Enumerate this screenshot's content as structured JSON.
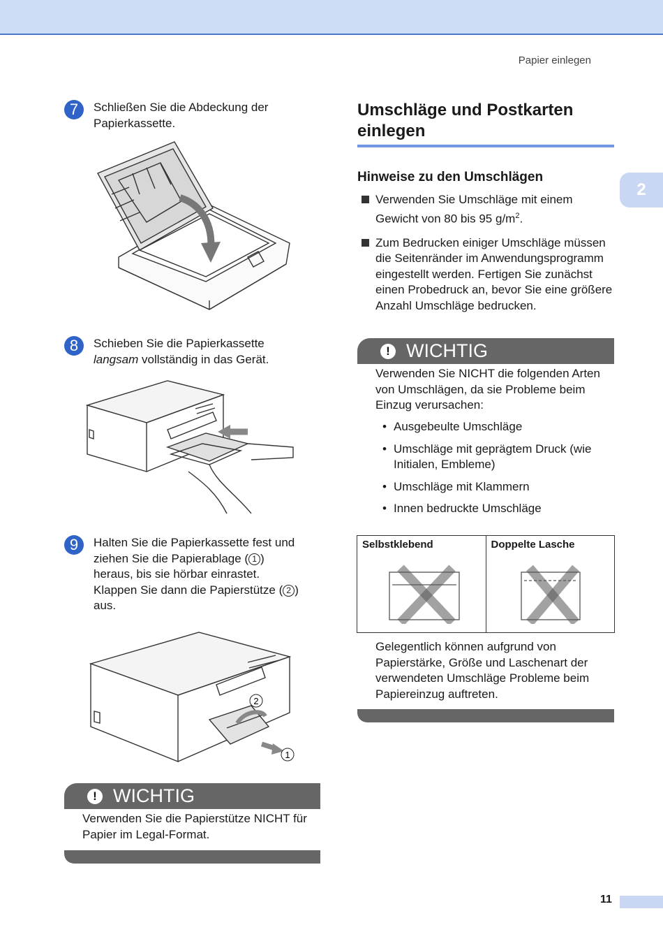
{
  "header": {
    "running_title": "Papier einlegen"
  },
  "chapter_tab": "2",
  "page_number": "11",
  "steps": [
    {
      "num": "7",
      "text": "Schließen Sie die Abdeckung der Papierkassette."
    },
    {
      "num": "8",
      "text_a": "Schieben Sie die Papierkassette ",
      "text_em": "langsam",
      "text_b": " vollständig in das Gerät."
    },
    {
      "num": "9",
      "text_a": "Halten Sie die Papierkassette fest und ziehen Sie die Papierablage (",
      "c1": "1",
      "text_b": ") heraus, bis sie hörbar einrastet. Klappen Sie dann die Papierstütze (",
      "c2": "2",
      "text_c": ") aus."
    }
  ],
  "callouts": {
    "one": "1",
    "two": "2"
  },
  "left_warning": {
    "label": "WICHTIG",
    "text": "Verwenden Sie die Papierstütze NICHT für Papier im Legal-Format."
  },
  "section": {
    "title": "Umschläge und Postkarten einlegen",
    "subheading": "Hinweise zu den Umschlägen",
    "bullets": [
      {
        "text": "Verwenden Sie Umschläge mit einem Gewicht von 80 bis 95 g/m",
        "sup": "2",
        "tail": "."
      },
      {
        "text": "Zum Bedrucken einiger Umschläge müssen die Seitenränder im Anwendungsprogramm eingestellt werden. Fertigen Sie zunächst einen Probedruck an, bevor Sie eine größere Anzahl Umschläge bedrucken."
      }
    ]
  },
  "right_warning": {
    "label": "WICHTIG",
    "intro": "Verwenden Sie NICHT die folgenden Arten von Umschlägen, da sie Probleme beim Einzug verursachen:",
    "items": [
      "Ausgebeulte Umschläge",
      "Umschläge mit geprägtem Druck (wie Initialen, Embleme)",
      "Umschläge mit Klammern",
      "Innen bedruckte Umschläge"
    ],
    "table": {
      "col1": "Selbstklebend",
      "col2": "Doppelte Lasche"
    },
    "outro": "Gelegentlich können aufgrund von Papierstärke, Größe und Laschenart der verwendeten Umschläge Probleme beim Papiereinzug auftreten."
  },
  "colors": {
    "accent": "#2f63c8",
    "rule": "#6f98e2",
    "band": "#cfdcf6",
    "warning": "#666666"
  }
}
